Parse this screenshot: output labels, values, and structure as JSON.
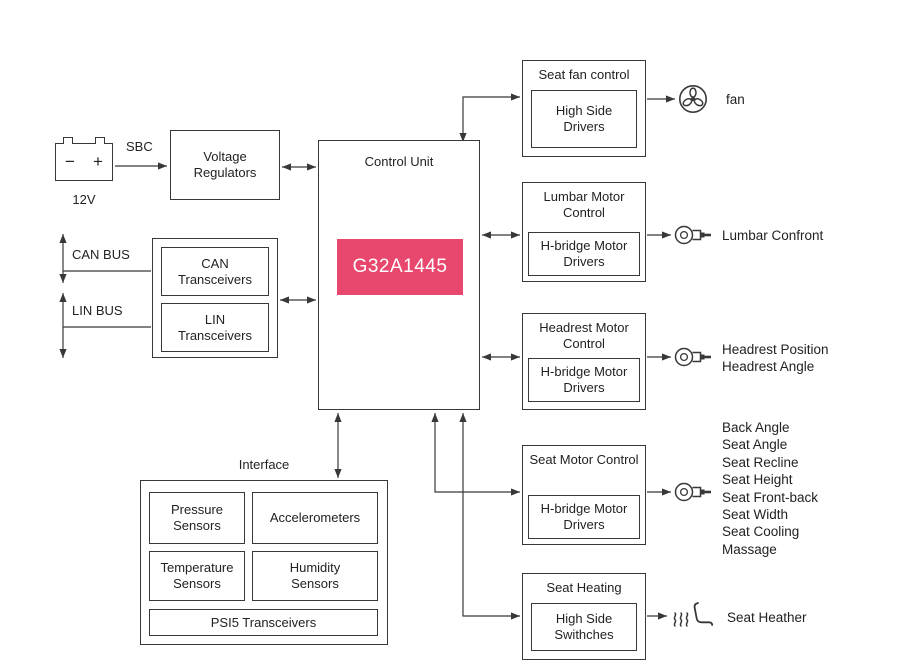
{
  "colors": {
    "accent": "#e8486d",
    "line": "#383838"
  },
  "power": {
    "sbc": "SBC",
    "battery": "12V",
    "minus": "−",
    "plus": "+"
  },
  "voltage_regulators": "Voltage Regulators",
  "control_unit": {
    "title": "Control Unit",
    "chip": "G32A1445"
  },
  "buses": {
    "can": "CAN BUS",
    "lin": "LIN BUS"
  },
  "transceivers": {
    "can": "CAN Transceivers",
    "lin": "LIN Transceivers"
  },
  "interface": {
    "title": "Interface",
    "pressure": "Pressure Sensors",
    "accelerometers": "Accelerometers",
    "temperature": "Temperature Sensors",
    "humidity": "Humidity Sensors",
    "psi5": "PSI5 Transceivers"
  },
  "modules": [
    {
      "title": "Seat fan control",
      "driver": "High Side Drivers",
      "icon": "fan-icon",
      "outputs": [
        "fan"
      ]
    },
    {
      "title": "Lumbar Motor Control",
      "driver": "H-bridge Motor Drivers",
      "icon": "motor-icon",
      "outputs": [
        "Lumbar Confront"
      ]
    },
    {
      "title": "Headrest Motor Control",
      "driver": "H-bridge Motor Drivers",
      "icon": "motor-icon",
      "outputs": [
        "Headrest Position",
        "Headrest Angle"
      ]
    },
    {
      "title": "Seat Motor Control",
      "driver": "H-bridge Motor Drivers",
      "icon": "motor-icon",
      "outputs": [
        "Back Angle",
        "Seat Angle",
        "Seat Recline",
        "Seat Height",
        "Seat Front-back",
        "Seat Width",
        "Seat Cooling",
        "Massage"
      ]
    },
    {
      "title": "Seat Heating",
      "driver": "High Side Swithches",
      "icon": "seat-heat-icon",
      "outputs": [
        "Seat Heather"
      ]
    }
  ]
}
